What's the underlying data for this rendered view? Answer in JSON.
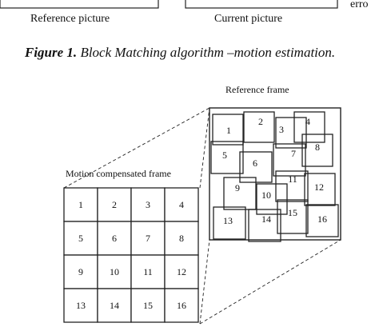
{
  "top_labels": {
    "reference_picture": "Reference picture",
    "current_picture": "Current picture",
    "error_partial": "erro"
  },
  "caption": {
    "prefix": "Figure 1.",
    "text": " Block Matching algorithm –motion estimation."
  },
  "reference_frame": {
    "title": "Reference frame",
    "block_labels": [
      "1",
      "2",
      "3",
      "4",
      "5",
      "6",
      "7",
      "8",
      "9",
      "10",
      "11",
      "12",
      "13",
      "14",
      "15",
      "16"
    ]
  },
  "motion_compensated_frame": {
    "title": "Motion compensated frame",
    "grid": [
      [
        "1",
        "2",
        "3",
        "4"
      ],
      [
        "5",
        "6",
        "7",
        "8"
      ],
      [
        "9",
        "10",
        "11",
        "12"
      ],
      [
        "13",
        "14",
        "15",
        "16"
      ]
    ]
  }
}
